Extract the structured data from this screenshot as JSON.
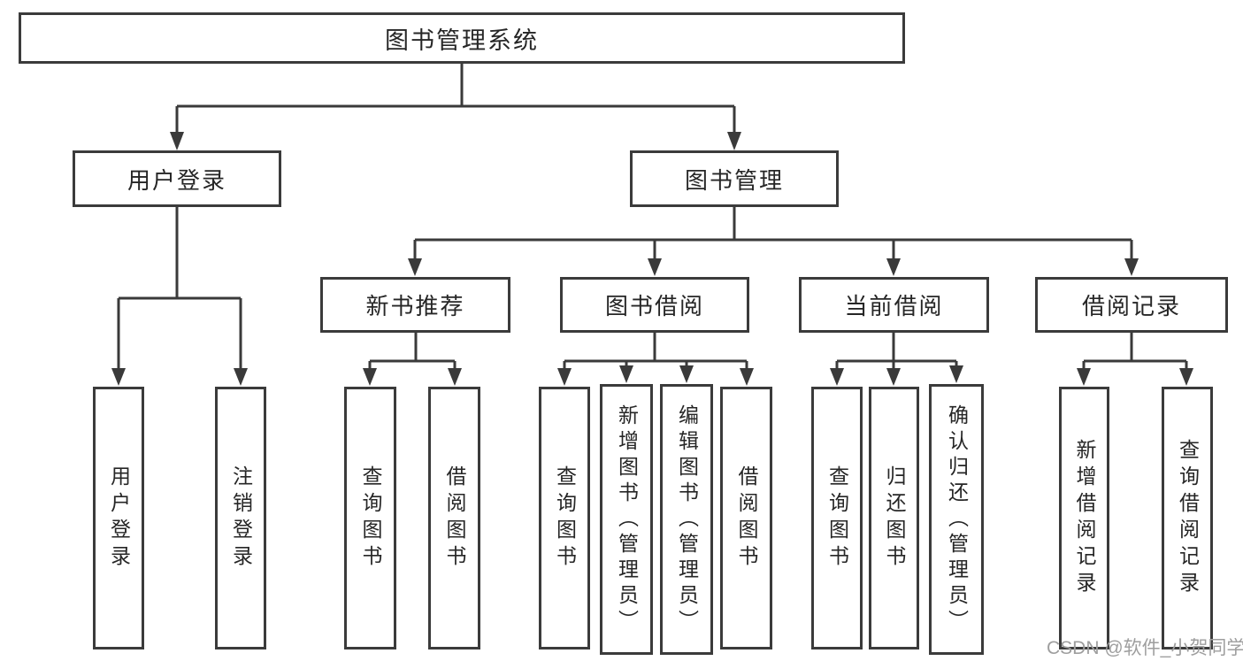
{
  "title": {
    "label": "图书管理系统"
  },
  "branches": {
    "user_login": {
      "label": "用户登录",
      "children": [
        {
          "label": "用户登录"
        },
        {
          "label": "注销登录"
        }
      ]
    },
    "book_management": {
      "label": "图书管理",
      "children": [
        {
          "label": "新书推荐",
          "children": [
            {
              "label": "查询图书"
            },
            {
              "label": "借阅图书"
            }
          ]
        },
        {
          "label": "图书借阅",
          "children": [
            {
              "label": "查询图书"
            },
            {
              "label": "新增图书（管理员）"
            },
            {
              "label": "编辑图书（管理员）"
            },
            {
              "label": "借阅图书"
            }
          ]
        },
        {
          "label": "当前借阅",
          "children": [
            {
              "label": "查询图书"
            },
            {
              "label": "归还图书"
            },
            {
              "label": "确认归还（管理员）"
            }
          ]
        },
        {
          "label": "借阅记录",
          "children": [
            {
              "label": "新增借阅记录"
            },
            {
              "label": "查询借阅记录"
            }
          ]
        }
      ]
    }
  },
  "watermark": "CSDN @软件_小贺同学",
  "colors": {
    "line": "#3a3a3a",
    "box_border": "#3b3b3b",
    "text": "#262626",
    "watermark": "#9e9e9e",
    "background": "#ffffff"
  }
}
